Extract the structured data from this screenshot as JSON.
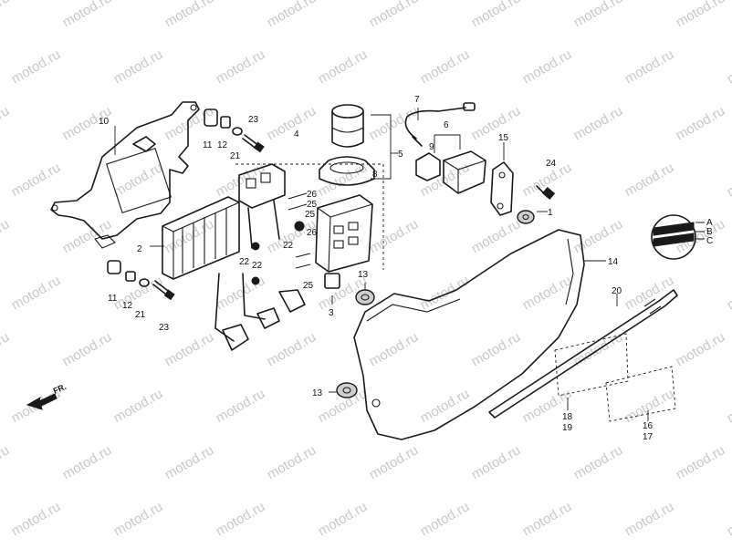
{
  "watermark": {
    "text": "motod.ru"
  },
  "direction_arrow": {
    "label": "FR."
  },
  "callouts": [
    {
      "id": "c10",
      "text": "10"
    },
    {
      "id": "c11a",
      "text": "11"
    },
    {
      "id": "c12a",
      "text": "12"
    },
    {
      "id": "c21a",
      "text": "21"
    },
    {
      "id": "c23a",
      "text": "23"
    },
    {
      "id": "c4",
      "text": "4"
    },
    {
      "id": "c5",
      "text": "5"
    },
    {
      "id": "c8",
      "text": "8"
    },
    {
      "id": "c7",
      "text": "7"
    },
    {
      "id": "c6",
      "text": "6"
    },
    {
      "id": "c9",
      "text": "9"
    },
    {
      "id": "c15",
      "text": "15"
    },
    {
      "id": "c24",
      "text": "24"
    },
    {
      "id": "c1",
      "text": "1"
    },
    {
      "id": "c26a",
      "text": "26"
    },
    {
      "id": "c25a",
      "text": "25"
    },
    {
      "id": "c25b",
      "text": "25"
    },
    {
      "id": "c26b",
      "text": "26"
    },
    {
      "id": "c22a",
      "text": "22"
    },
    {
      "id": "c2",
      "text": "2"
    },
    {
      "id": "c22b",
      "text": "22"
    },
    {
      "id": "c22c",
      "text": "22"
    },
    {
      "id": "c25c",
      "text": "25"
    },
    {
      "id": "c3",
      "text": "3"
    },
    {
      "id": "c13a",
      "text": "13"
    },
    {
      "id": "c11b",
      "text": "11"
    },
    {
      "id": "c12b",
      "text": "12"
    },
    {
      "id": "c21b",
      "text": "21"
    },
    {
      "id": "c23b",
      "text": "23"
    },
    {
      "id": "c14",
      "text": "14"
    },
    {
      "id": "cA",
      "text": "A"
    },
    {
      "id": "cB",
      "text": "B"
    },
    {
      "id": "cC",
      "text": "C"
    },
    {
      "id": "c20",
      "text": "20"
    },
    {
      "id": "c13b",
      "text": "13"
    },
    {
      "id": "c18",
      "text": "18"
    },
    {
      "id": "c19",
      "text": "19"
    },
    {
      "id": "c16",
      "text": "16"
    },
    {
      "id": "c17",
      "text": "17"
    }
  ]
}
